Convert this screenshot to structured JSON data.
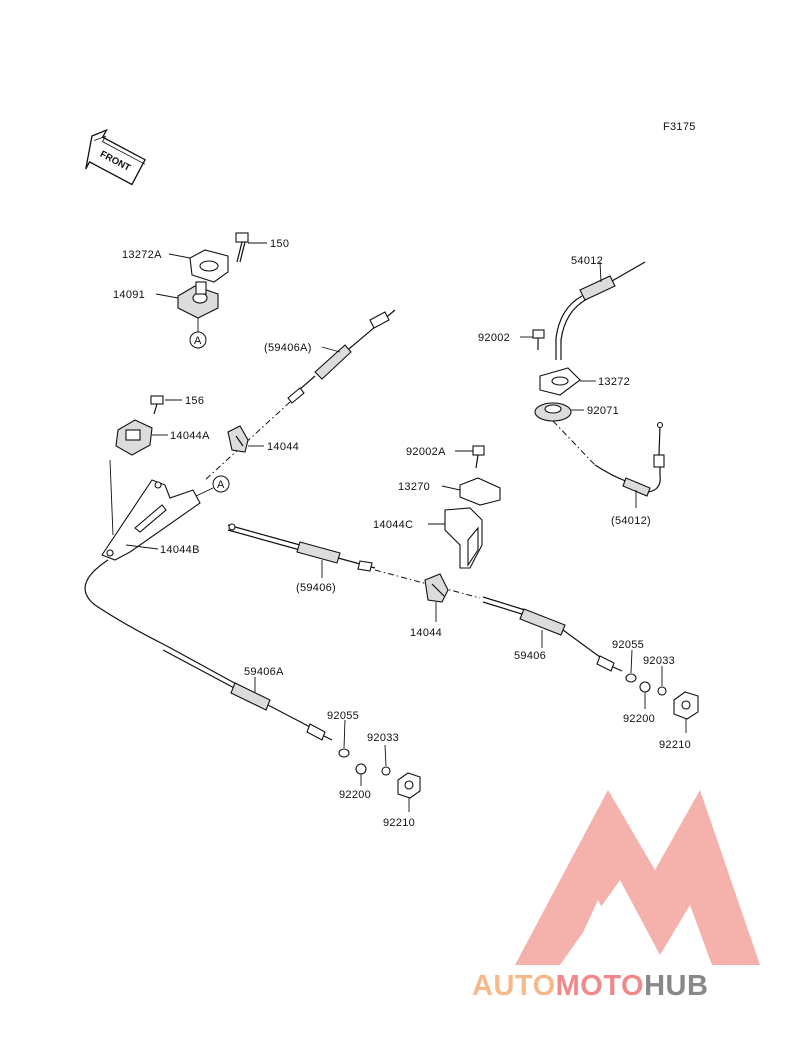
{
  "figure_code": "F3175",
  "front_label": "FRONT",
  "ref_marker": "A",
  "labels": {
    "p13272A": "13272A",
    "p150": "150",
    "p14091": "14091",
    "p59406A_paren": "(59406A)",
    "p156": "156",
    "p14044A": "14044A",
    "p14044_top": "14044",
    "p14044B": "14044B",
    "p54012": "54012",
    "p92002": "92002",
    "p13272": "13272",
    "p92071": "92071",
    "p54012_paren": "(54012)",
    "p92002A": "92002A",
    "p13270": "13270",
    "p14044C": "14044C",
    "p59406_paren": "(59406)",
    "p14044_mid": "14044",
    "p59406": "59406",
    "p92055_r": "92055",
    "p92033_r": "92033",
    "p92200_r": "92200",
    "p92210_r": "92210",
    "p59406A": "59406A",
    "p92055_l": "92055",
    "p92033_l": "92033",
    "p92200_l": "92200",
    "p92210_l": "92210"
  },
  "watermark": {
    "part1": "AUTO",
    "part2": "MOTO",
    "part3": "HUB",
    "color_light": "#f7b98a",
    "color_mid": "#f08a8a",
    "color_dark": "#888888",
    "triangle_color": "#f3a39e"
  }
}
